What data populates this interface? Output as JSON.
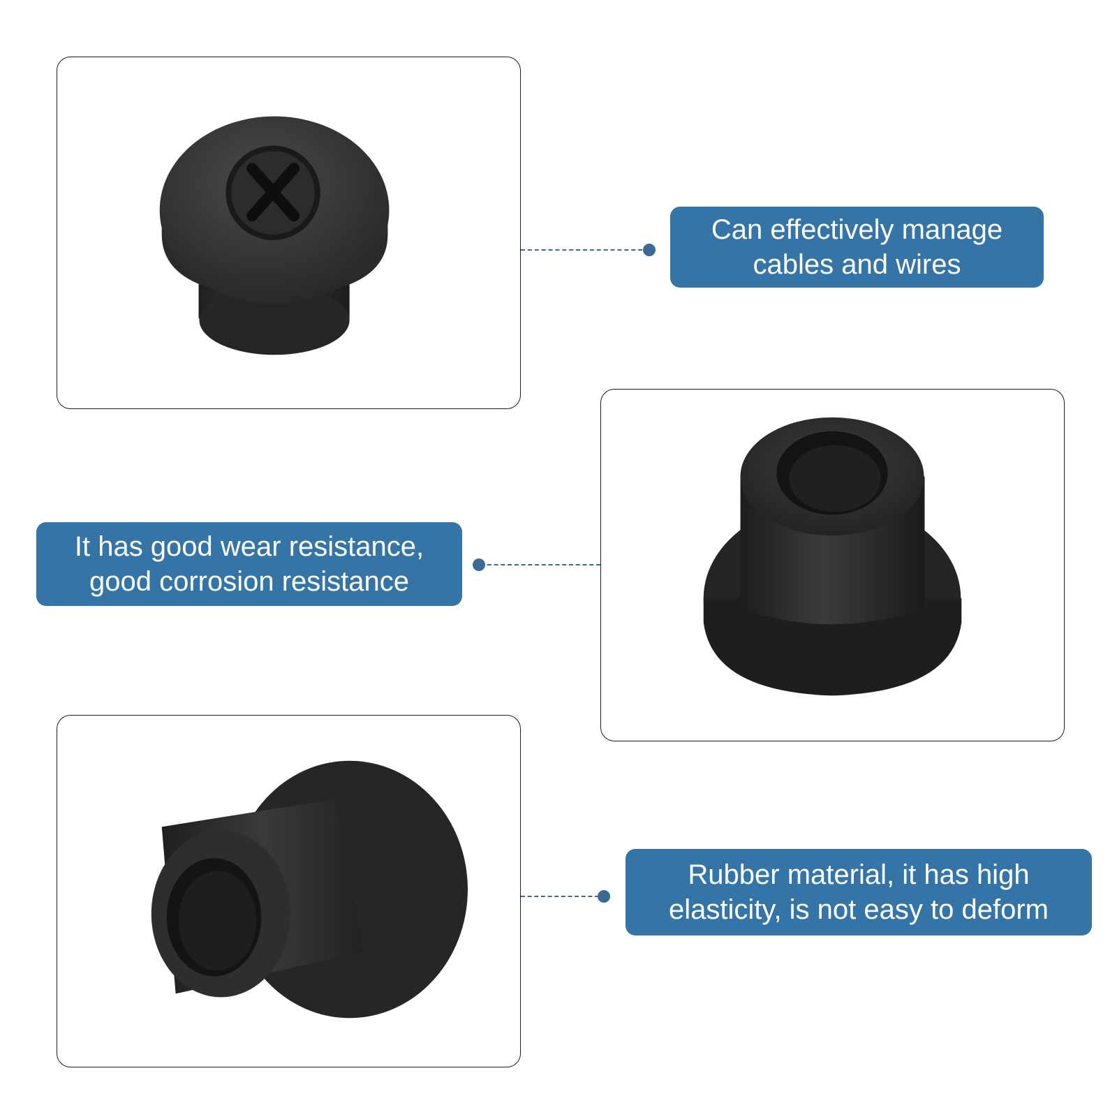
{
  "accent_color": "#3474a6",
  "connector_color": "#3a6a95",
  "product_color": "#2b2b2b",
  "callouts": [
    {
      "lines": [
        "Can effectively manage",
        "cables and wires"
      ]
    },
    {
      "lines": [
        "It has good wear resistance,",
        "good corrosion resistance"
      ]
    },
    {
      "lines": [
        "Rubber material,  it has high",
        "elasticity, is not easy to deform"
      ]
    }
  ],
  "product_images": [
    {
      "view": "top view with cross slit",
      "icon": "rubber-grommet-top-icon"
    },
    {
      "view": "hollow grommet front view",
      "icon": "rubber-grommet-front-icon"
    },
    {
      "view": "hollow grommet side view",
      "icon": "rubber-grommet-side-icon"
    }
  ]
}
